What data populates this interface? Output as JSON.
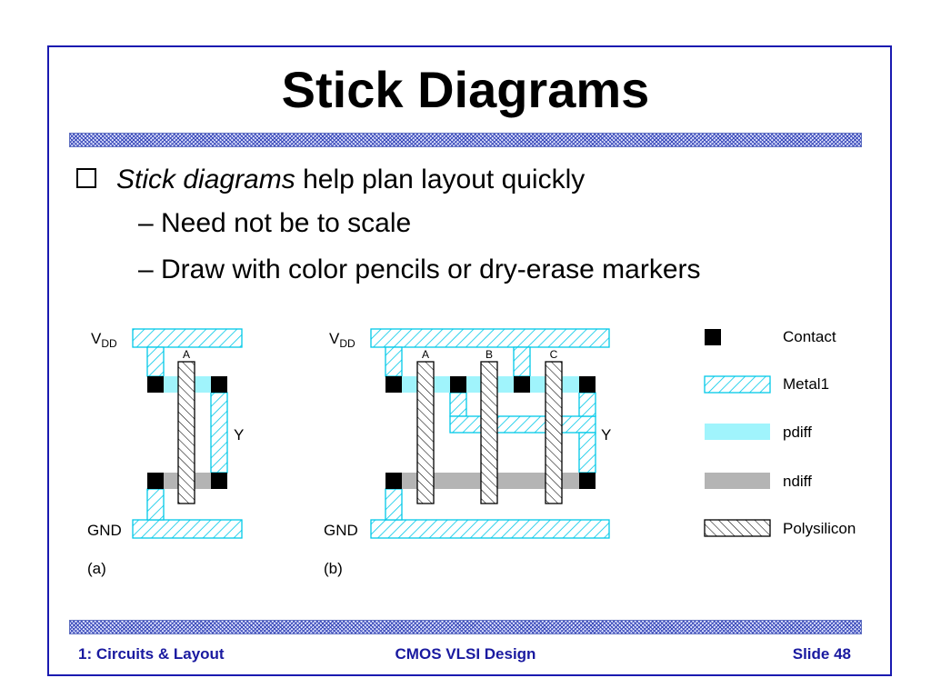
{
  "slide": {
    "title": "Stick Diagrams",
    "bullet": {
      "italic": "Stick diagrams",
      "rest": " help plan layout quickly"
    },
    "subbullets": [
      "– Need not be to scale",
      "– Draw with color pencils or dry-erase markers"
    ]
  },
  "diagram": {
    "a": {
      "vdd_main": "V",
      "vdd_sub": "DD",
      "gnd": "GND",
      "input": "A",
      "output": "Y",
      "caption": "(a)"
    },
    "b": {
      "vdd_main": "V",
      "vdd_sub": "DD",
      "gnd": "GND",
      "inputs": [
        "A",
        "B",
        "C"
      ],
      "output": "Y",
      "caption": "(b)"
    }
  },
  "legend": [
    {
      "label": "Contact",
      "swatch": "contact"
    },
    {
      "label": "Metal1",
      "swatch": "metal1"
    },
    {
      "label": "pdiff",
      "swatch": "pdiff"
    },
    {
      "label": "ndiff",
      "swatch": "ndiff"
    },
    {
      "label": "Polysilicon",
      "swatch": "poly"
    }
  ],
  "colors": {
    "metal1": "#00c8e8",
    "pdiff": "#a0f4fc",
    "ndiff": "#b4b4b4",
    "contact": "#000000",
    "frame": "#1a1ab0",
    "footer": "#1a1aa0"
  },
  "footer": {
    "left": "1: Circuits & Layout",
    "center": "CMOS VLSI Design",
    "right": "Slide 48"
  }
}
